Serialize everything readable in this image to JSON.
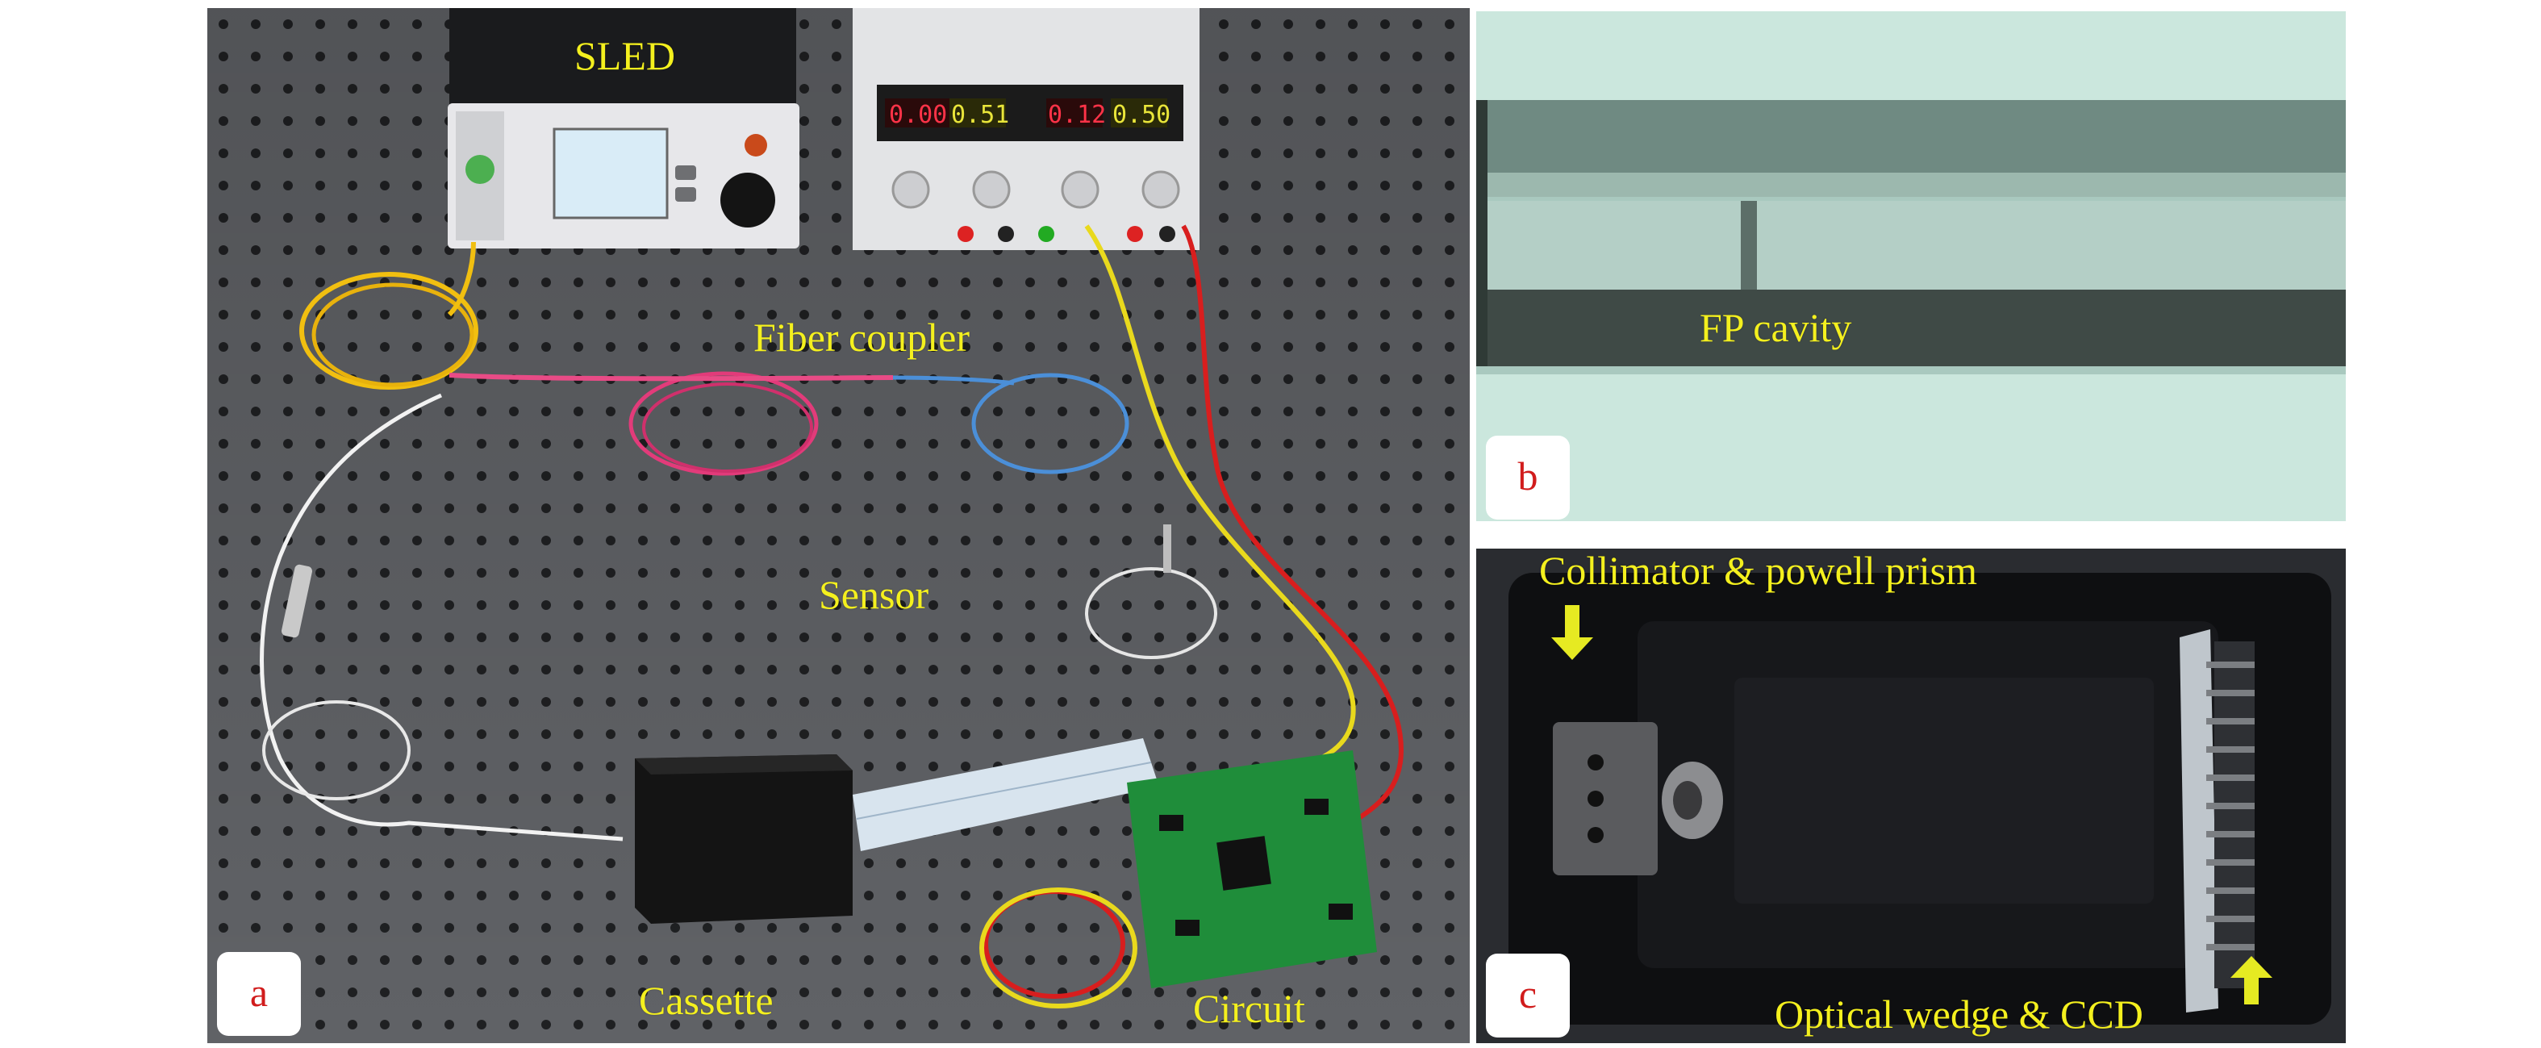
{
  "panels": {
    "a": {
      "badge": "a",
      "labels": {
        "sled": "SLED",
        "fiber_coupler": "Fiber coupler",
        "sensor": "Sensor",
        "cassette": "Cassette",
        "circuit": "Circuit"
      },
      "power_supply_display": [
        "0.00",
        "0.51",
        "0.12",
        "0.50"
      ]
    },
    "b": {
      "badge": "b",
      "labels": {
        "fp_cavity": "FP cavity"
      }
    },
    "c": {
      "badge": "c",
      "labels": {
        "collimator": "Collimator & powell prism",
        "optical_wedge": "Optical wedge & CCD"
      }
    }
  },
  "colors": {
    "label_yellow": "#f4f01e",
    "badge_text_red": "#d11c1c",
    "arrow_yellow": "#e6ea22"
  }
}
